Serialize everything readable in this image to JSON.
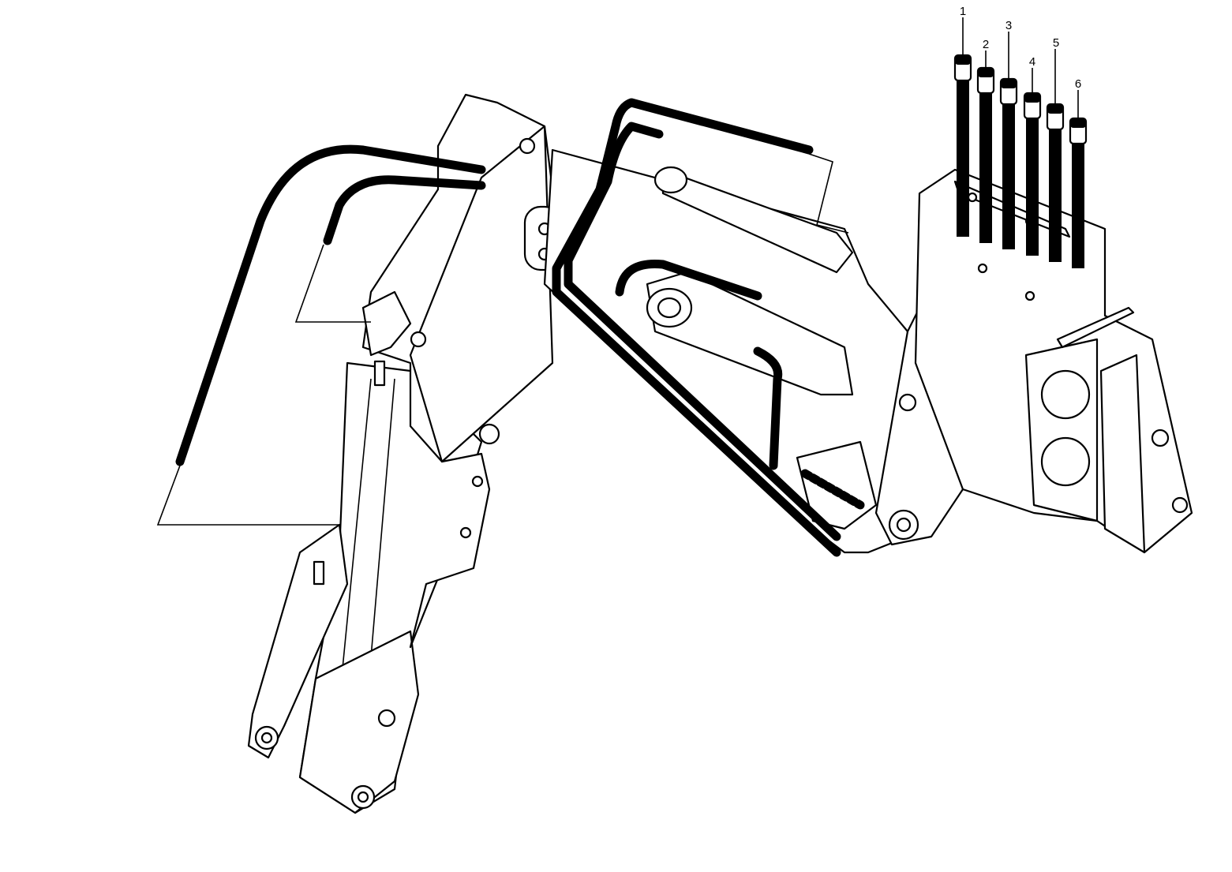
{
  "diagram": {
    "callouts": [
      {
        "label": "1"
      },
      {
        "label": "2"
      },
      {
        "label": "3"
      },
      {
        "label": "4"
      },
      {
        "label": "5"
      },
      {
        "label": "6"
      }
    ]
  }
}
